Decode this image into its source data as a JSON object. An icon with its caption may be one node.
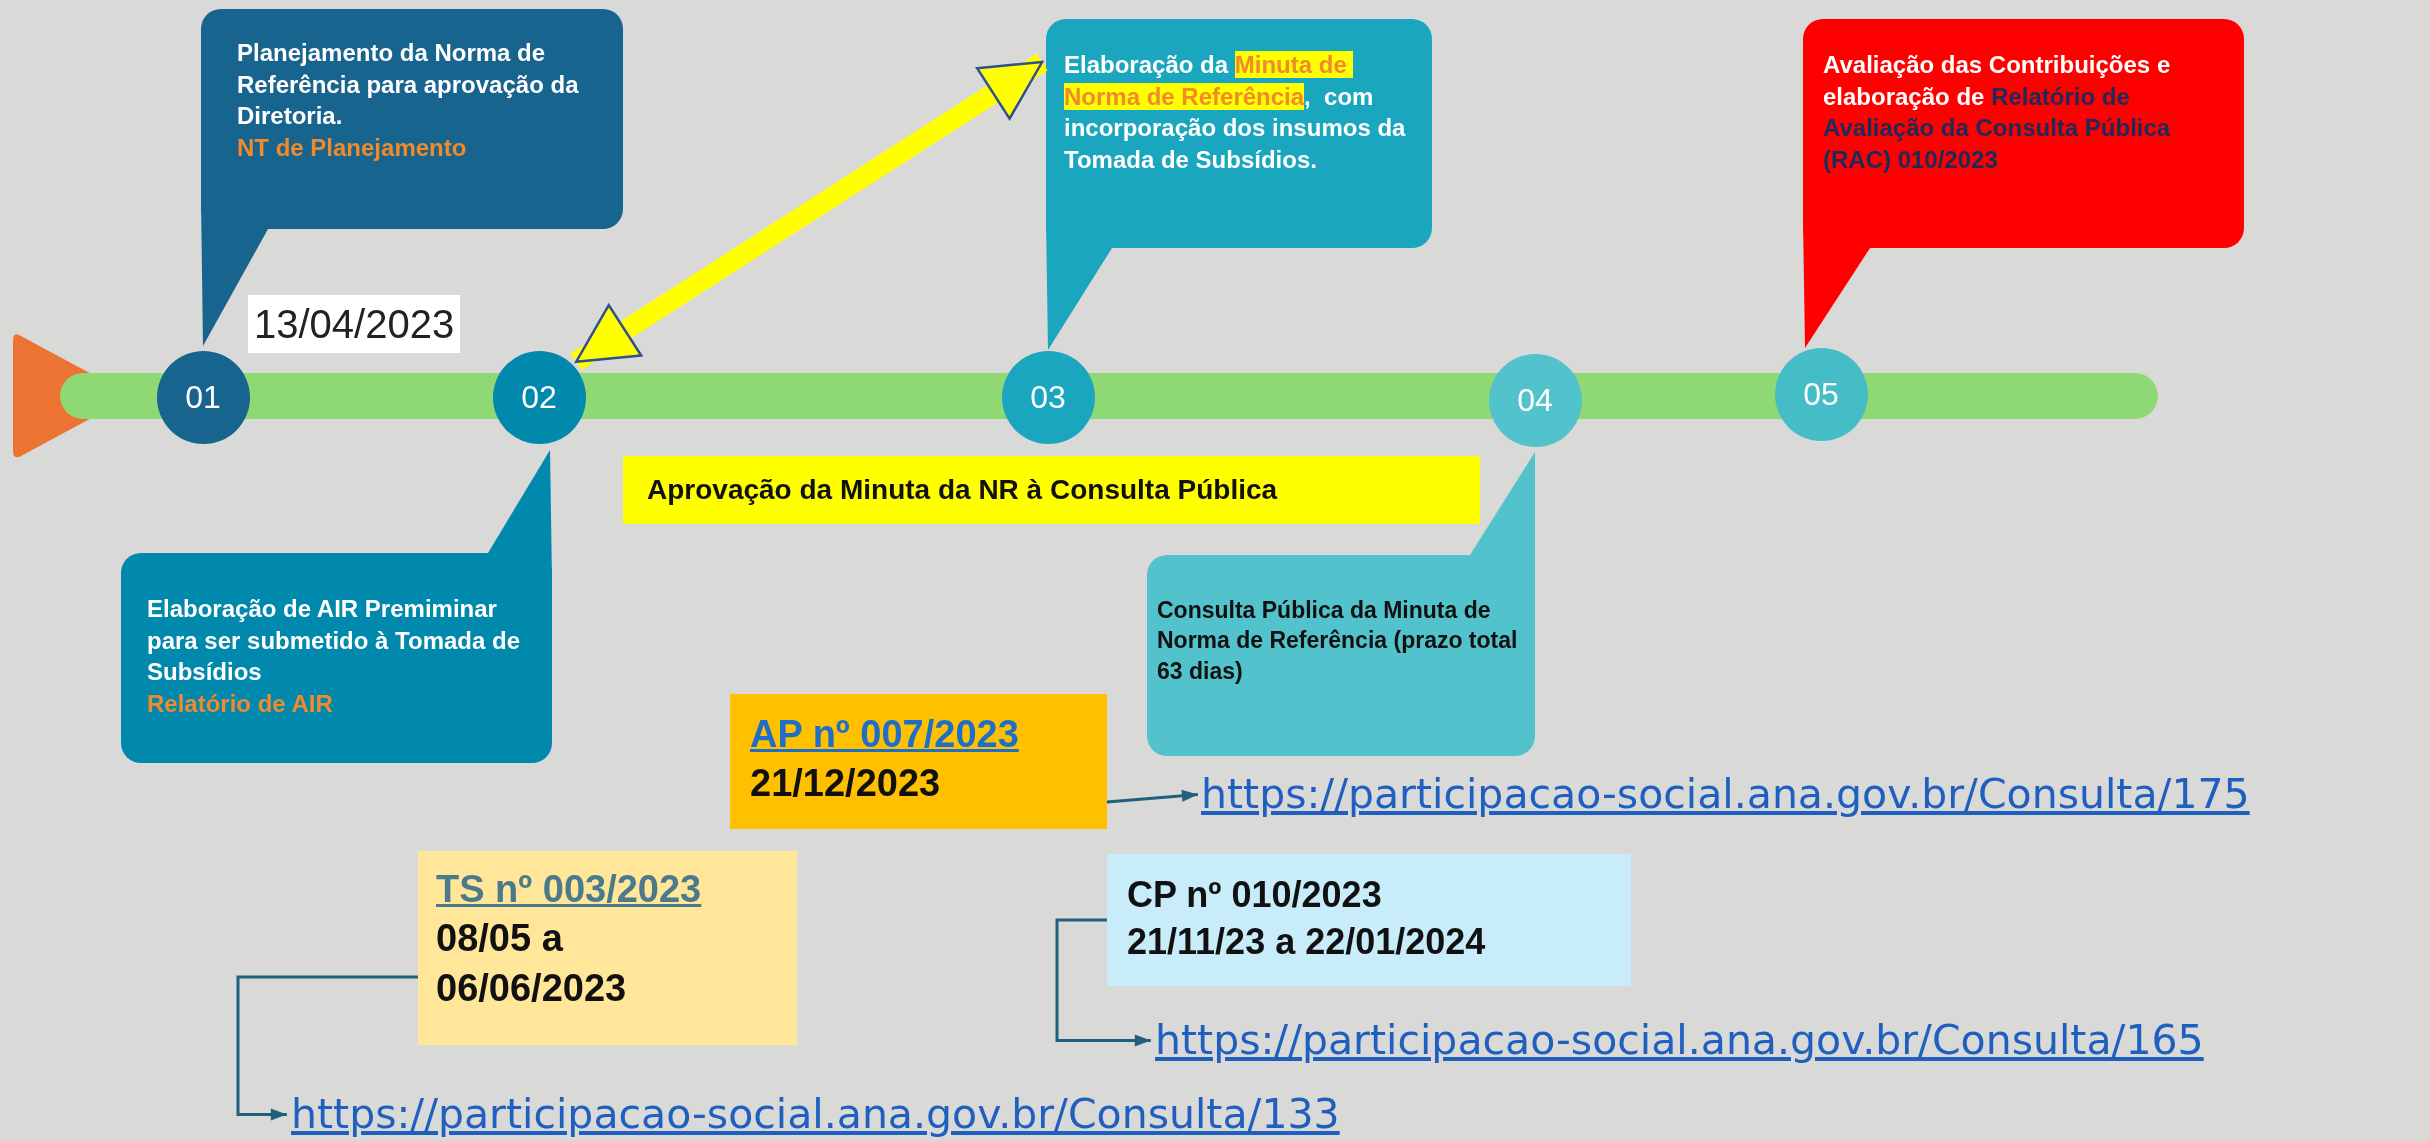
{
  "diagram": {
    "nodes": [
      {
        "text": [
          "Planejamento da Norma de Referência para aprovação da Diretoria.",
          "NT de Planejamento"
        ]
      },
      {
        "text": [
          "Elaboração da",
          "Minuta de Norma de Referência",
          ",  com incorporação dos insumos da Tomada de Subsídios."
        ]
      },
      {
        "text": [
          "Avaliação das Contribuições e elaboração de",
          "Relatório de Avaliação da Consulta Pública (RAC) 010/2023"
        ]
      },
      {
        "text": [
          "01"
        ]
      },
      {
        "text": [
          "02"
        ]
      },
      {
        "text": [
          "03"
        ]
      },
      {
        "text": [
          "04"
        ]
      },
      {
        "text": [
          "05"
        ]
      },
      {
        "text": [
          "Elaboração de AIR Premiminar para ser submetido à Tomada de Subsídios",
          "Relatório de AIR"
        ]
      },
      {
        "text": [
          "Aprovação da Minuta da NR à Consulta Pública"
        ]
      },
      {
        "text": [
          "Consulta Pública da Minuta de Norma de Referência (prazo total 63 dias)"
        ]
      },
      {
        "text": [
          "AP nº 007/2023",
          "21/12/2023"
        ]
      },
      {
        "text": [
          "https://participacao-social.ana.gov.br/Consulta/175"
        ]
      },
      {
        "text": [
          "CP nº 010/2023",
          "21/11/23 a 22/01/2024"
        ]
      },
      {
        "text": [
          "TS nº 003/2023",
          "08/05 a 06/06/2023"
        ]
      },
      {
        "text": [
          "https://participacao-social.ana.gov.br/Consulta/165"
        ]
      },
      {
        "text": [
          "https://participacao-social.ana.gov.br/Consulta/133"
        ]
      },
      {
        "text": [],
        "shape": "bar"
      }
    ],
    "edges": [
      {
        "from": 4,
        "to": 1,
        "arrow": "both",
        "style": "thick",
        "color": "#ffff00"
      },
      {
        "from": 11,
        "to": 12,
        "arrow": "to"
      },
      {
        "from": 13,
        "to": 15,
        "arrow": "to"
      },
      {
        "from": 14,
        "to": 16,
        "arrow": "to"
      }
    ],
    "labels": [
      "13/04/2023"
    ]
  }
}
